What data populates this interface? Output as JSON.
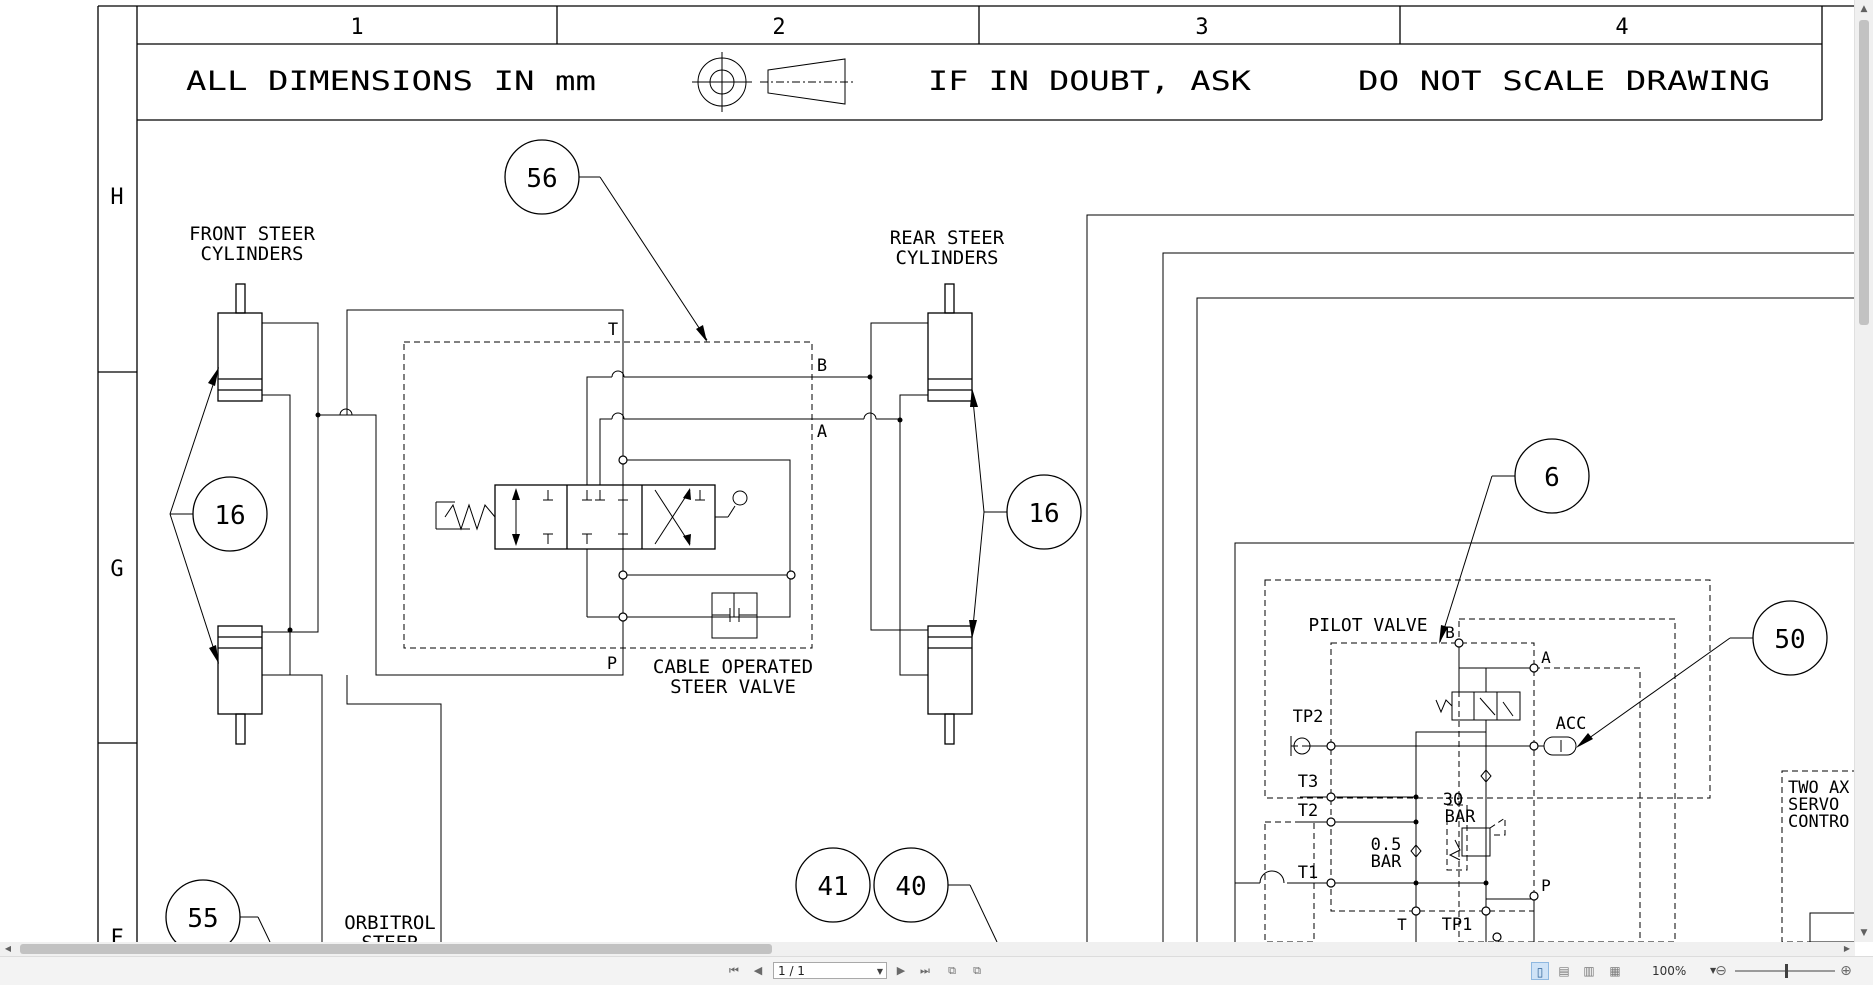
{
  "drawing": {
    "columns": [
      "1",
      "2",
      "3",
      "4"
    ],
    "rows": [
      "H",
      "G",
      "F"
    ],
    "header_notes": {
      "dimensions": "ALL DIMENSIONS IN mm",
      "doubt": "IF IN DOUBT, ASK",
      "no_scale": "DO NOT SCALE DRAWING"
    },
    "balloons": {
      "b56": "56",
      "b16_left": "16",
      "b16_right": "16",
      "b6": "6",
      "b50": "50",
      "b41": "41",
      "b40": "40",
      "b55": "55"
    },
    "labels": {
      "front_steer_1": "FRONT STEER",
      "front_steer_2": "CYLINDERS",
      "rear_steer_1": "REAR STEER",
      "rear_steer_2": "CYLINDERS",
      "cable_valve_1": "CABLE OPERATED",
      "cable_valve_2": "STEER VALVE",
      "orbitrol_1": "ORBITROL",
      "orbitrol_2": "STEER",
      "pilot_valve": "PILOT VALVE",
      "port_T": "T",
      "port_P": "P",
      "port_B": "B",
      "port_A": "A",
      "pv_B": "B",
      "pv_A": "A",
      "pv_P": "P",
      "pv_T": "T",
      "tp2": "TP2",
      "t3": "T3",
      "t2": "T2",
      "t1": "T1",
      "tp1": "TP1",
      "acc": "ACC",
      "bar30_1": "30",
      "bar30_2": "BAR",
      "bar05_1": "0.5",
      "bar05_2": "BAR",
      "two_axle_1": "TWO AX",
      "two_axle_2": "SERVO",
      "two_axle_3": "CONTRO"
    }
  },
  "toolbar": {
    "page_value": "1 / 1",
    "zoom": "100%"
  }
}
